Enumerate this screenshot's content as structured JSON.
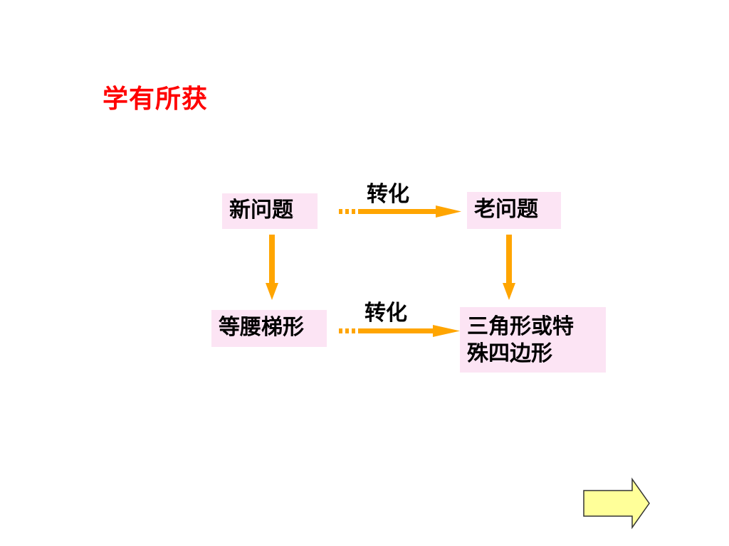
{
  "slide": {
    "title": "学有所获"
  },
  "diagram": {
    "nodes": {
      "new_problem": "新问题",
      "old_problem": "老问题",
      "isosceles_trapezoid": "等腰梯形",
      "triangle_special": {
        "line1": "三角形或特",
        "line2": "殊四边形"
      }
    },
    "edges": {
      "top_label": "转化",
      "bottom_label": "转化"
    }
  },
  "colors": {
    "title": "#ff0000",
    "box_fill": "#fce4f4",
    "arrow": "#ffa500",
    "next_button_fill": "#ffff99",
    "next_button_stroke": "#333333"
  },
  "icons": {
    "next": "right-arrow-icon"
  }
}
